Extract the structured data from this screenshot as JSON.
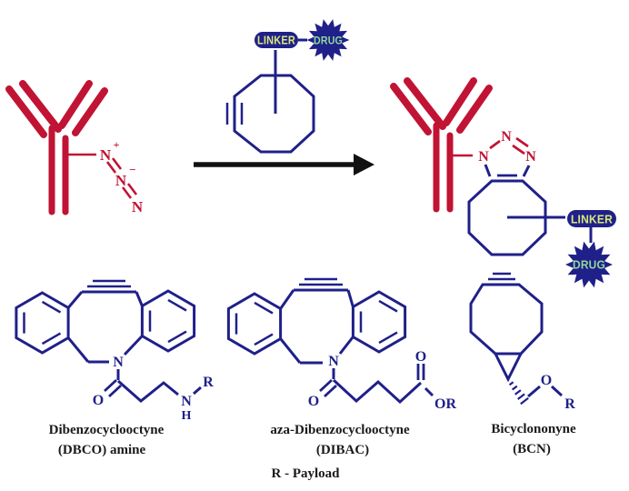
{
  "figure": {
    "description": "Copper-free click chemistry conjugation scheme: azide-functionalized antibody reacts with cyclooctyne-linker-drug to give triazole-linked antibody-drug conjugate"
  },
  "colors": {
    "antibody_red": "#c11334",
    "structure_navy": "#1f2089",
    "arrow_black": "#111111",
    "linker_text": "#d8e87a",
    "drug_text": "#90d79b",
    "label_black": "#1a1a1a"
  },
  "reaction": {
    "linker_label": "LINKER",
    "drug_label": "DRUG",
    "azide": {
      "n1": "N",
      "n1_charge": "+",
      "n2": "N",
      "n2_charge": "−",
      "n3": "N"
    },
    "triazole": {
      "n_left": "N",
      "n_top": "N",
      "n_right": "N"
    }
  },
  "product": {
    "linker_label": "LINKER",
    "drug_label": "DRUG"
  },
  "compounds": [
    {
      "name": "Dibenzocyclooctyne",
      "abbr": "(DBCO) amine",
      "atoms": {
        "ring_n": "N",
        "carbonyl_o": "O",
        "amine_n": "N",
        "amine_h": "H",
        "r_group": "R"
      }
    },
    {
      "name": "aza-Dibenzocyclooctyne",
      "abbr": "(DIBAC)",
      "atoms": {
        "ring_n": "N",
        "carbonyl_o": "O",
        "ester_o": "O",
        "ester_or": "OR"
      }
    },
    {
      "name": "Bicyclononyne",
      "abbr": "(BCN)",
      "atoms": {
        "ether_o": "O",
        "r_group": "R"
      }
    }
  ],
  "footnote": "R - Payload"
}
